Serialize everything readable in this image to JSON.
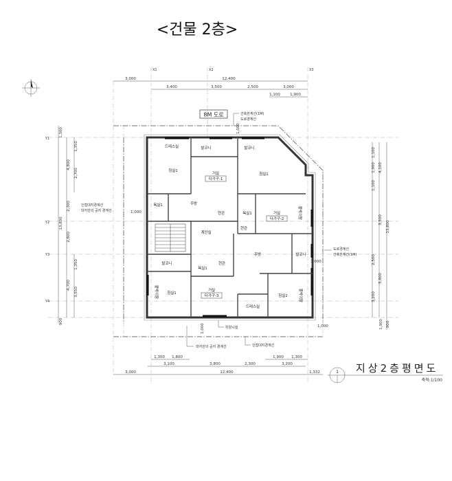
{
  "title": "<건물 2층>",
  "plan": {
    "road_label": "8M 도로",
    "sheet_title": "지상2층평면도",
    "sheet_number": "1",
    "scale": "축척:1/100",
    "grid_marks": [
      "X1",
      "X2",
      "X3",
      "Y1",
      "Y2",
      "Y3",
      "Y4"
    ],
    "top_dims": {
      "row1": [
        "3,000",
        "12,400"
      ],
      "row2": [
        "3,400",
        "3,500",
        "2,500",
        "3,000"
      ],
      "row3": [
        "1,100",
        "1,900"
      ]
    },
    "bottom_dims": {
      "row1": [
        "1,300",
        "1,800",
        "1,900",
        "1,300"
      ],
      "row2": [
        "3,100",
        "3,800",
        "2,300",
        "3,200"
      ],
      "row3": [
        "3,000",
        "12,400",
        "1,332"
      ]
    },
    "left_dims": [
      "1,300",
      "13,800",
      "900",
      "4,800",
      "2,300",
      "2,800",
      "4,700",
      "1,350",
      "2,700",
      "1,350",
      "3,550"
    ],
    "right_dims": [
      "1,100",
      "1,900",
      "1,100",
      "3,500",
      "2,500",
      "3,200",
      "4,100",
      "5,800",
      "13,800",
      "900",
      "1,900"
    ],
    "setbacks": [
      "1,000",
      "1,000",
      "1,000",
      "1,000",
      "1,000"
    ],
    "annotations": {
      "top_1": "건축한계선(1M)",
      "top_2": "도로경계선",
      "left_1": "인접대지경계선",
      "left_2": "대지안의 공지 경계선",
      "right_1": "도로경계선",
      "right_2": "건축한계선(1M)",
      "bottom_1": "차양시설",
      "bottom_2": "대지안의 공지 경계선",
      "bottom_3": "인접대지경계선"
    },
    "rooms": {
      "u1_dress": "드레스실",
      "u1_bed": "침실1",
      "u1_balcony": "발코니",
      "u1_living": "거실",
      "u1_unit": "다가구-1",
      "u1_kitchen": "주방",
      "u1_bath": "욕실1",
      "u1_entry": "현관",
      "stair": "계단실",
      "u2_balcony": "발코니",
      "u2_bed": "침실1",
      "u2_bath": "욕실1",
      "u2_living": "거실",
      "u2_unit": "다가구-2",
      "u2_entry": "현관",
      "u2_closet": "붙박이장",
      "u3_kitchen": "주방",
      "u3_balcony_r": "발코니",
      "u3_entry": "현관",
      "u3_bath": "욕실1",
      "u3_balcony_l": "발코니",
      "u3_bed1": "침실1",
      "u3_living": "거실",
      "u3_unit": "다가구-3",
      "u3_dress": "드레스실",
      "u3_bed2": "침실2",
      "u3_closet_l": "붙박이장",
      "u3_closet_r": "붙박이장"
    }
  }
}
